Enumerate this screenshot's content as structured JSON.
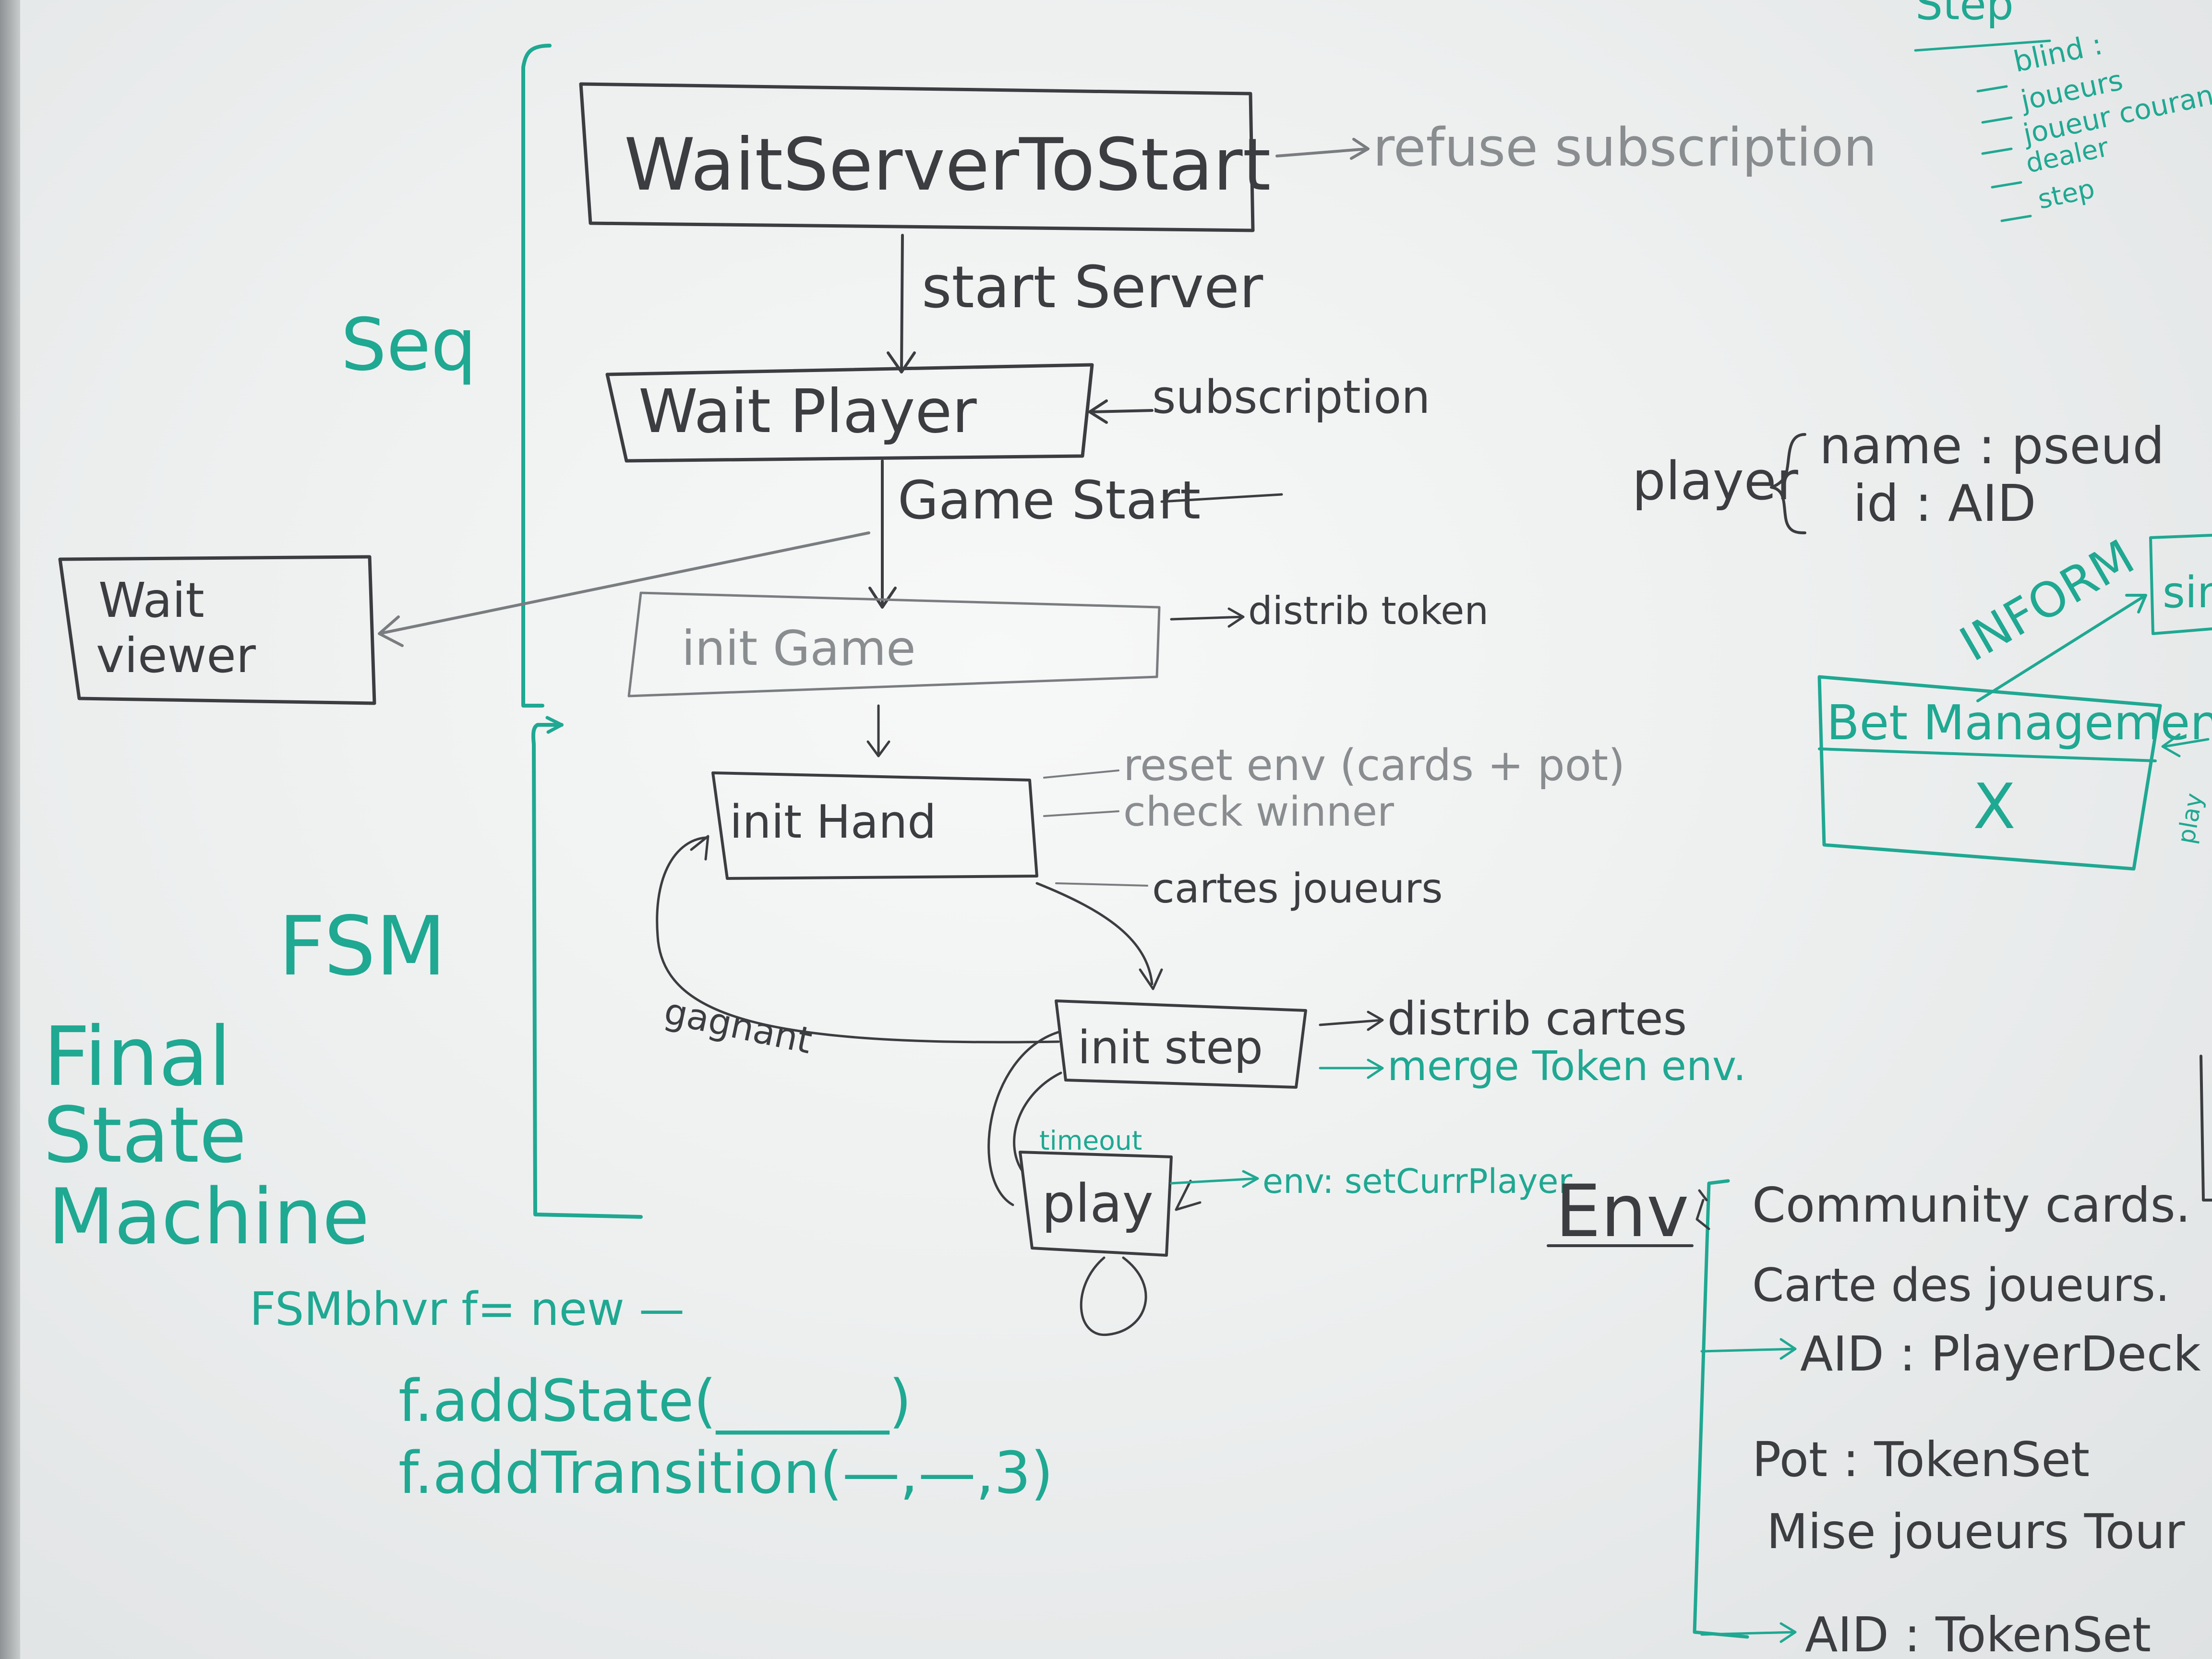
{
  "board": {
    "states": {
      "wait_server": "WaitServerToStart",
      "wait_player": "Wait Player",
      "wait_viewer": "Wait viewer",
      "init_game": "init Game",
      "init_hand": "init Hand",
      "init_step": "init step",
      "play": "play"
    },
    "transitions": {
      "start_server": "start Server",
      "game_start": "Game Start",
      "gagnant": "gagnant",
      "timeout": "timeout"
    },
    "actions": {
      "refuse_subscription": "refuse subscription",
      "subscription": "subscription",
      "distrib_token": "distrib token",
      "reset_env": "reset env (cards + pot)",
      "check_winner": "check winner",
      "cartes_joueurs": "cartes joueurs",
      "distrib_cartes": "distrib cartes",
      "merge_token_env": "merge Token env.",
      "env_set_curr_player": "env: setCurrPlayer"
    },
    "labels": {
      "seq": "Seq",
      "fsm": "FSM",
      "final": "Final",
      "state": "State",
      "machine": "Machine"
    },
    "code": {
      "line1": "FSMbhvr f= new —",
      "line2": "f.addState(______)",
      "line3": "f.addTransition(—,—,3)"
    },
    "player": {
      "word": "player",
      "name": "name : pseud",
      "id": "id : AID"
    },
    "bet": {
      "title": "Bet Management",
      "x": "X",
      "inform": "INFORM",
      "sim": "sim",
      "play": "play"
    },
    "env": {
      "title": "Env",
      "items": [
        "Community cards.",
        "Carte des joueurs.",
        "AID : PlayerDeck",
        "Pot : TokenSet",
        "Mise joueurs Tour",
        "AID : TokenSet"
      ]
    },
    "top_right": {
      "title": "Step",
      "items": [
        "blind :",
        "joueurs",
        "joueur courant",
        "dealer",
        "step"
      ]
    }
  }
}
